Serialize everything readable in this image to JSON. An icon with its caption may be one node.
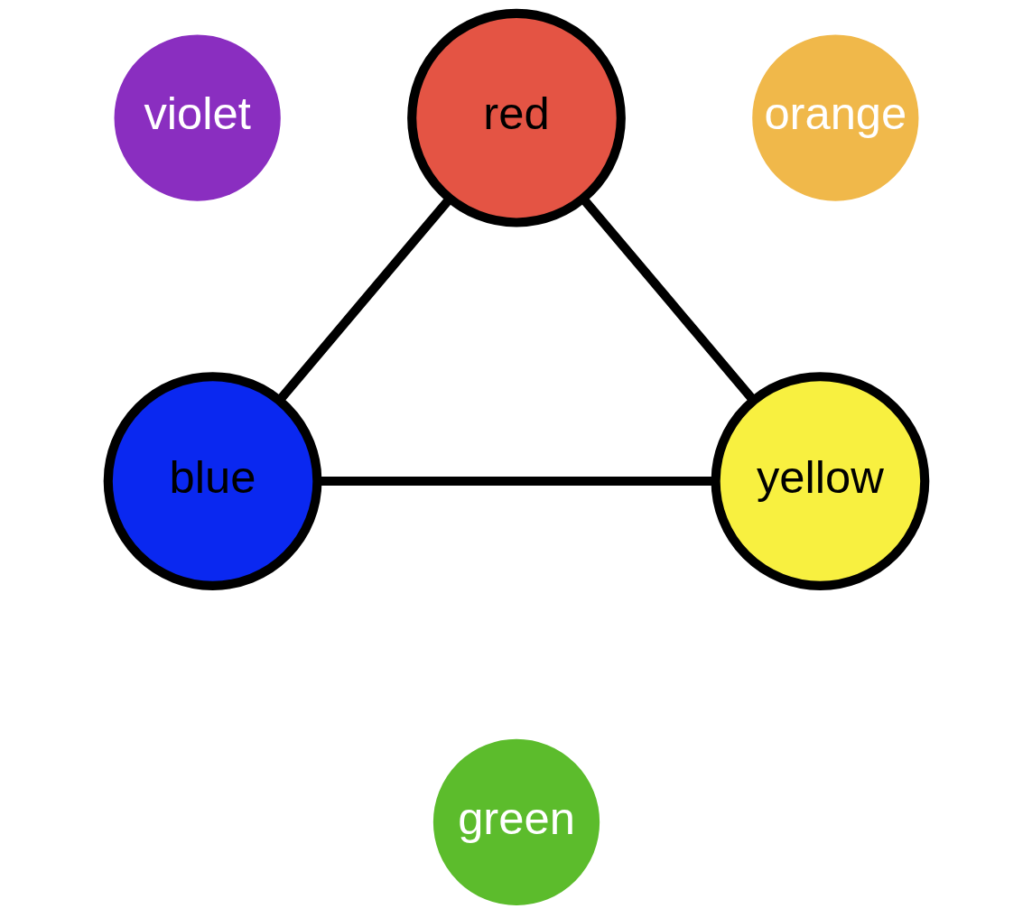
{
  "diagram": {
    "nodes": [
      {
        "text": [
          "red"
        ]
      },
      {
        "text": [
          "violet"
        ]
      },
      {
        "text": [
          "orange"
        ]
      },
      {
        "text": [
          "blue"
        ]
      },
      {
        "text": [
          "yellow"
        ]
      },
      {
        "text": [
          "green"
        ]
      }
    ],
    "edges": [
      {
        "from": 0,
        "to": 3,
        "arrow": "none"
      },
      {
        "from": 0,
        "to": 4,
        "arrow": "none"
      },
      {
        "from": 3,
        "to": 4,
        "arrow": "none"
      }
    ]
  }
}
